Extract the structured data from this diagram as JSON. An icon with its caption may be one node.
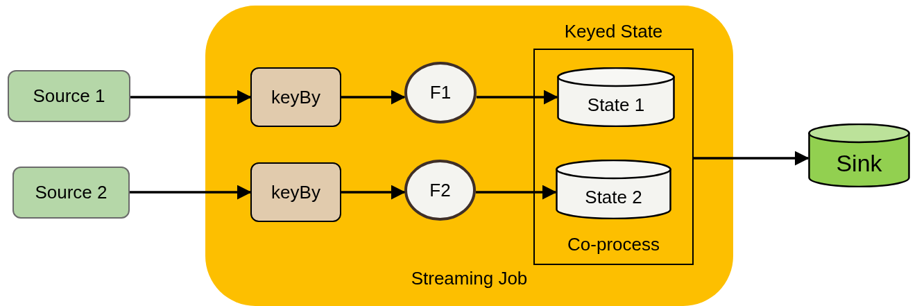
{
  "diagram": {
    "nodes": [
      {
        "text": [
          "Source 1"
        ]
      },
      {
        "text": [
          "Source 2"
        ]
      },
      {
        "text": [
          "Streaming Job"
        ]
      },
      {
        "text": [
          "keyBy"
        ],
        "in": 2
      },
      {
        "text": [
          "keyBy"
        ],
        "in": 2
      },
      {
        "text": [
          "F1"
        ],
        "in": 2
      },
      {
        "text": [
          "F2"
        ],
        "in": 2
      },
      {
        "text": [
          "Keyed State",
          "Co-process"
        ],
        "in": 2
      },
      {
        "text": [
          "State 1"
        ],
        "in": 7
      },
      {
        "text": [
          "State 2"
        ],
        "in": 7
      },
      {
        "text": [
          "Sink"
        ]
      }
    ],
    "edges": [
      {
        "from": 0,
        "to": 3,
        "arrow": "to"
      },
      {
        "from": 1,
        "to": 4,
        "arrow": "to"
      },
      {
        "from": 3,
        "to": 5,
        "arrow": "to"
      },
      {
        "from": 4,
        "to": 6,
        "arrow": "to"
      },
      {
        "from": 5,
        "to": 8,
        "arrow": "to"
      },
      {
        "from": 6,
        "to": 9,
        "arrow": "to"
      },
      {
        "from": 7,
        "to": 10,
        "arrow": "to"
      }
    ]
  }
}
